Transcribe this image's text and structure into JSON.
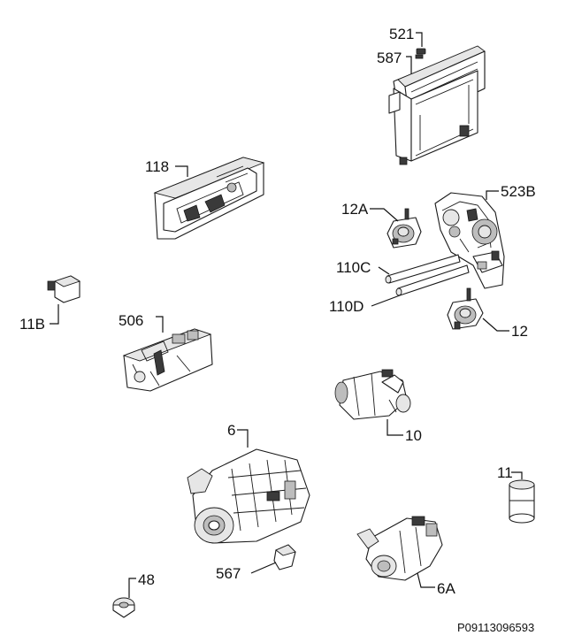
{
  "diagram_code": "P09113096593",
  "parts": [
    {
      "id": "p521",
      "label": "521"
    },
    {
      "id": "p587",
      "label": "587"
    },
    {
      "id": "p118",
      "label": "118"
    },
    {
      "id": "p523B",
      "label": "523B"
    },
    {
      "id": "p12A",
      "label": "12A"
    },
    {
      "id": "p110C",
      "label": "110C"
    },
    {
      "id": "p110D",
      "label": "110D"
    },
    {
      "id": "p12",
      "label": "12"
    },
    {
      "id": "p11B",
      "label": "11B"
    },
    {
      "id": "p506",
      "label": "506"
    },
    {
      "id": "p10",
      "label": "10"
    },
    {
      "id": "p6",
      "label": "6"
    },
    {
      "id": "p11",
      "label": "11"
    },
    {
      "id": "p567",
      "label": "567"
    },
    {
      "id": "p48",
      "label": "48"
    },
    {
      "id": "p6A",
      "label": "6A"
    }
  ]
}
